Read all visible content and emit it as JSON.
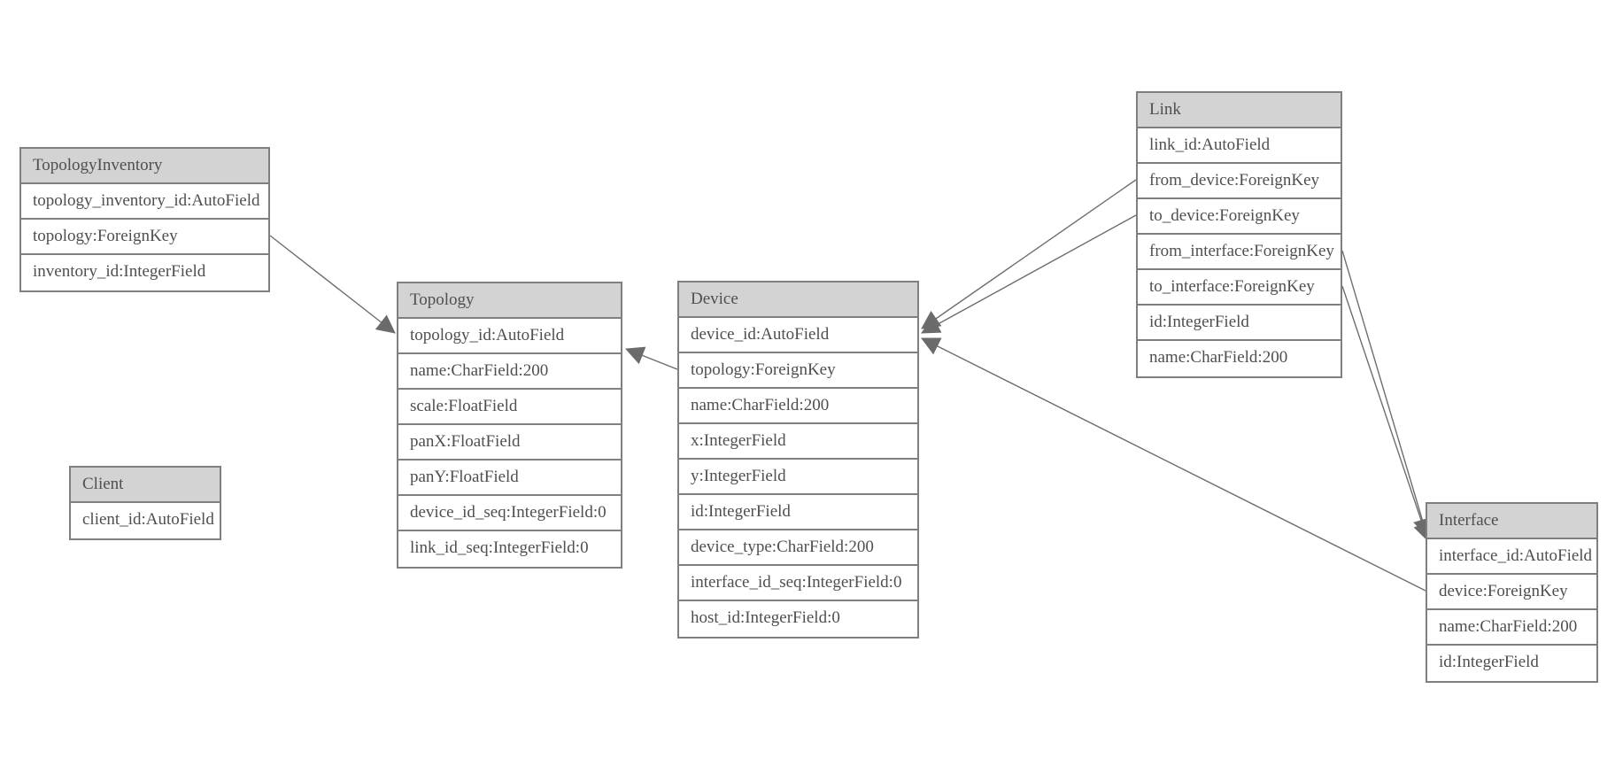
{
  "diagram": {
    "type": "entity-relationship-model",
    "colors": {
      "header_bg": "#d3d3d3",
      "border": "#7f7f7f",
      "text": "#4f4f4f",
      "edge_line": "#6e6e6e",
      "arrowhead": "#6b6b6b",
      "background": "#ffffff"
    }
  },
  "entities": [
    {
      "name": "TopologyInventory",
      "fields": [
        "topology_inventory_id:AutoField",
        "topology:ForeignKey",
        "inventory_id:IntegerField"
      ]
    },
    {
      "name": "Topology",
      "fields": [
        "topology_id:AutoField",
        "name:CharField:200",
        "scale:FloatField",
        "panX:FloatField",
        "panY:FloatField",
        "device_id_seq:IntegerField:0",
        "link_id_seq:IntegerField:0"
      ]
    },
    {
      "name": "Client",
      "fields": [
        "client_id:AutoField"
      ]
    },
    {
      "name": "Device",
      "fields": [
        "device_id:AutoField",
        "topology:ForeignKey",
        "name:CharField:200",
        "x:IntegerField",
        "y:IntegerField",
        "id:IntegerField",
        "device_type:CharField:200",
        "interface_id_seq:IntegerField:0",
        "host_id:IntegerField:0"
      ]
    },
    {
      "name": "Link",
      "fields": [
        "link_id:AutoField",
        "from_device:ForeignKey",
        "to_device:ForeignKey",
        "from_interface:ForeignKey",
        "to_interface:ForeignKey",
        "id:IntegerField",
        "name:CharField:200"
      ]
    },
    {
      "name": "Interface",
      "fields": [
        "interface_id:AutoField",
        "device:ForeignKey",
        "name:CharField:200",
        "id:IntegerField"
      ]
    }
  ],
  "relationships": [
    {
      "from": "TopologyInventory.topology",
      "to": "Topology",
      "arrow_at": "Topology"
    },
    {
      "from": "Device.topology",
      "to": "Topology",
      "arrow_at": "Topology"
    },
    {
      "from": "Link.from_device",
      "to": "Device",
      "arrow_at": "Device"
    },
    {
      "from": "Link.to_device",
      "to": "Device",
      "arrow_at": "Device"
    },
    {
      "from": "Interface.device",
      "to": "Device",
      "arrow_at": "Device"
    },
    {
      "from": "Link.from_interface",
      "to": "Interface",
      "arrow_at": "Interface"
    },
    {
      "from": "Link.to_interface",
      "to": "Interface",
      "arrow_at": "Interface"
    }
  ]
}
